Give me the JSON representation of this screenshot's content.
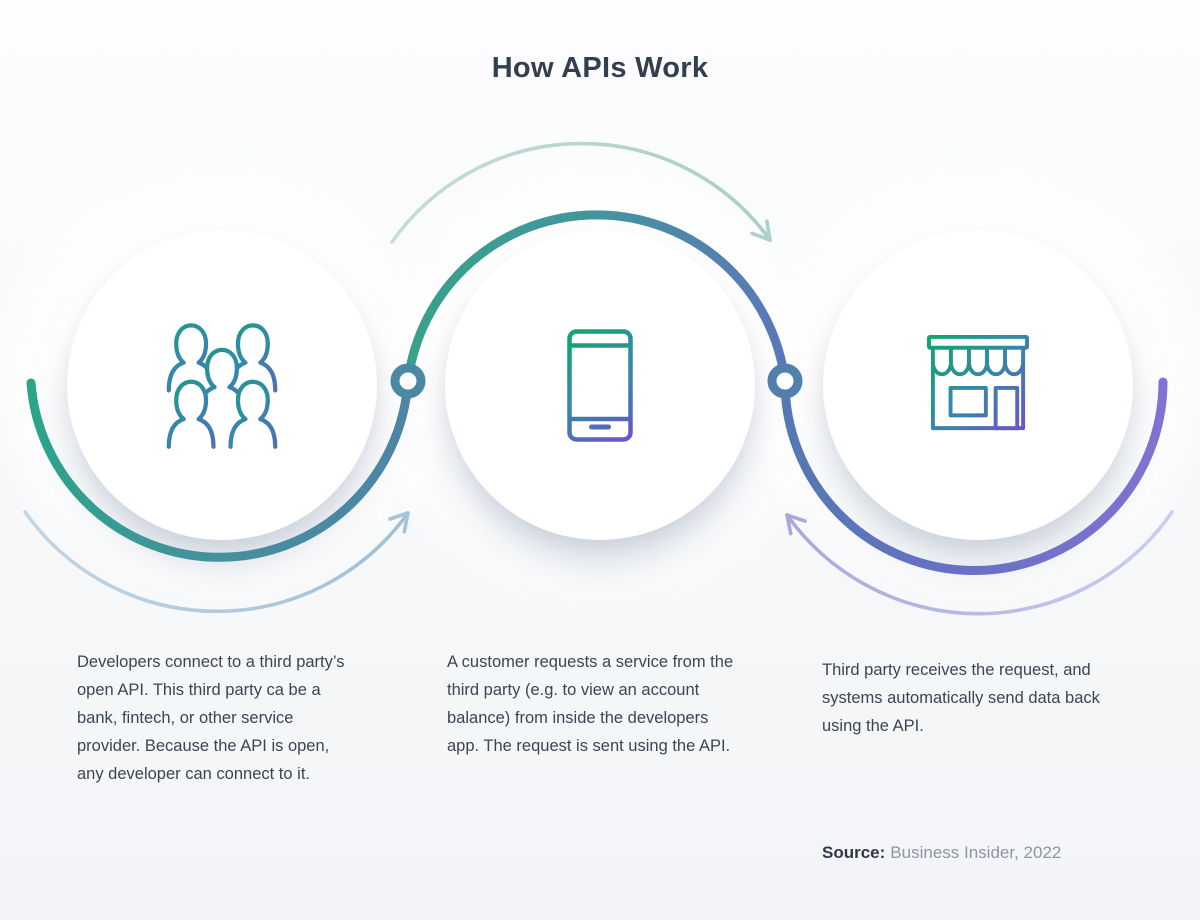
{
  "title": "How APIs Work",
  "steps": [
    {
      "id": 1,
      "icon": "people-group-icon",
      "description": "Developers connect to a third party’s open API. This third party ca be a bank, fintech, or other service provider. Because the API is open, any developer can connect to it."
    },
    {
      "id": 2,
      "icon": "smartphone-icon",
      "description": "A customer requests a service from the third party (e.g. to view an account balance) from inside the developers app. The request is sent using the API."
    },
    {
      "id": 3,
      "icon": "storefront-icon",
      "description": "Third party receives the request, and systems automatically send data back using the API."
    }
  ],
  "source": {
    "label": "Source:",
    "text": "Business Insider, 2022"
  },
  "colors": {
    "gradient_green": "#0ba967",
    "gradient_teal": "#3389a9",
    "gradient_blue": "#4f82a9",
    "gradient_purple": "#6e51c9",
    "node1_ring": "#4b88a3",
    "node2_ring": "#527fae",
    "arrow_light_teal": "#a9cec8",
    "arrow_light_blue": "#9fc0d8",
    "arrow_light_purple": "#a6a9dc",
    "title_text": "#333e4e",
    "body_text": "#3a4654",
    "muted_text": "#8e969f",
    "background_top": "#fdfdfe",
    "background_bottom": "#f2f4f7",
    "circle_fill": "#ffffff"
  }
}
